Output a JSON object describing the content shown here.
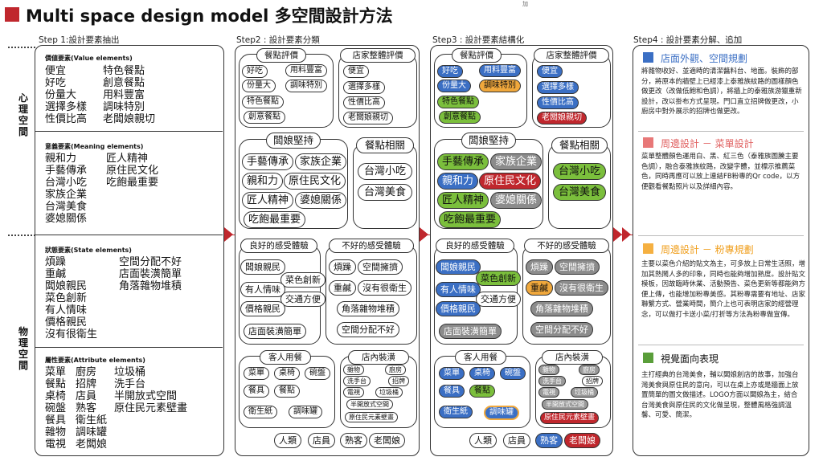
{
  "header": {
    "title": "Multi space design model 多空間設計方法",
    "corner_mark": "加"
  },
  "steps": {
    "step1": "Step 1:設計要素抽出",
    "step2": "Step2 : 設計要素分類",
    "step3": "Step3 : 設計要素結構化",
    "step4": "Step4 : 設計要素分解、追加"
  },
  "side_labels": {
    "psych": [
      "心",
      "理",
      "空",
      "間"
    ],
    "phys": [
      "物",
      "理",
      "空",
      "間"
    ]
  },
  "step1": {
    "value": {
      "title": "價値要素(Value elements)",
      "col1": [
        "便宜",
        "好吃",
        "份量大",
        "選擇多樣",
        "性價比高"
      ],
      "col2": [
        "特色餐點",
        "創意餐點",
        "用料豐富",
        "調味特別",
        "老闆娘親切"
      ]
    },
    "meaning": {
      "title": "意義要素(Meaning elements)",
      "col1": [
        "親和力",
        "手藝傳承",
        "台灣小吃",
        "家族企業",
        "台灣美食",
        "婆媳關係"
      ],
      "col2": [
        "匠人精神",
        "原住民文化",
        "吃飽最重要"
      ]
    },
    "state": {
      "title": "狀態要素(State elements)",
      "col1": [
        "煩躁",
        "重鹹",
        "闆娘親民",
        "菜色創新",
        "有人情味",
        "價格親民",
        "沒有很衛生"
      ],
      "col2": [
        "空間分配不好",
        "店面裝潢簡單",
        "角落雜物堆積"
      ]
    },
    "attribute": {
      "title": "屬性要素(Attribute elements)",
      "col1": [
        "菜單",
        "餐點",
        "桌椅",
        "碗盤",
        "餐具",
        "雜物",
        "電視"
      ],
      "col2": [
        "廚房",
        "招牌",
        "店員",
        "熟客",
        "衛生紙",
        "調味罐",
        "老闆娘"
      ],
      "col3": [
        "垃圾桶",
        "洗手台",
        "半開放式空間",
        "原住民元素壁畫"
      ]
    }
  },
  "step2": {
    "meal_eval": {
      "title": "餐點評價",
      "items": [
        "好吃",
        "用料豐富",
        "份量大",
        "調味特別",
        "特色餐點",
        "創意餐點"
      ]
    },
    "store_eval": {
      "title": "店家整體評價",
      "items": [
        "便宜",
        "選擇多樣",
        "性價比高",
        "老闆娘親切"
      ]
    },
    "boss": {
      "title": "闆娘堅持",
      "items": [
        "手藝傳承",
        "家族企業",
        "親和力",
        "原住民文化",
        "匠人精神",
        "婆媳關係",
        "吃飽最重要"
      ]
    },
    "meal_rel": {
      "title": "餐點相關",
      "items": [
        "台灣小吃",
        "台灣美食"
      ]
    },
    "good_exp": {
      "title": "良好的感受體驗",
      "items": [
        "闆娘親民",
        "菜色創新",
        "有人情味",
        "交通方便",
        "價格親民",
        "店面裝潢簡單"
      ]
    },
    "bad_exp": {
      "title": "不好的感受體驗",
      "items": [
        "煩躁",
        "空間擁擠",
        "重鹹",
        "沒有很衛生",
        "角落雜物堆積",
        "空間分配不好"
      ]
    },
    "guest": {
      "title": "客人用餐",
      "items": [
        "菜單",
        "桌椅",
        "碗盤",
        "餐具",
        "餐點",
        "衛生紙",
        "調味罐"
      ]
    },
    "interior": {
      "title": "店內裝潢",
      "items": [
        "雜物",
        "廚房",
        "洗手台",
        "招牌",
        "電視",
        "垃圾桶",
        "半開放式空間",
        "原住民元素壁畫"
      ]
    },
    "people": [
      "人類",
      "店員",
      "熟客",
      "老闆娘"
    ]
  },
  "step4": {
    "sec1": {
      "heading": "店面外觀、空間規劃",
      "color": "#3b6fc4",
      "text": "將雜物收好、並適時的清潔醬料台、地面。裝飾的部分，將原本的牆壁上已經漆上泰雅族紋路的圖樣顏色做更改（改做低飽和色調），將牆上的泰雅族游獵重新設計，改以掛布方式呈現。門口直立招牌做更改，小廚房中對外展示的招牌也做更改。"
    },
    "sec2": {
      "heading": "周邊設計 － 菜單設計",
      "color": "#e87878",
      "text": "菜單整體顏色運用白、黑、紅三色（泰雅族圖騰主要色調），融合泰雅族紋路，改變字體，並標示推薦菜色，同時再應可以放上連結FB粉專的Qr code，以方便觀看餐點照片以及詳細內容。"
    },
    "sec3": {
      "heading": "周邊設計 － 粉專規劃",
      "color": "#f5b041",
      "text": "主要以菜色介紹的貼文為主，可多放上日常生活照，增加其熱鬧人多的印象，同時也能夠增加熟度。設計貼文模板，因故臨時休業、活動預告、菜色更新等都能夠方便上傳，也能增加粉專美感。其粉專需要有地址、店家聯繫方式、營業時間，簡介上也可表明店家的經營理念，可以做打卡送小菜/打折等方法為粉專做宣傳。"
    },
    "sec4": {
      "heading": "視覺面向表現",
      "color": "#5a9e3a",
      "text": "主打經典的台灣美食，輔以闆娘創店的故事，加強台灣美食與原住民的意向，可以在桌上亦或是牆面上放置簡單的圖文做描述。LOGO方面以闆娘為主，結合台灣美食與原住民的文化做呈現，整體風格強調溫馨、可愛、簡潔。"
    }
  },
  "colors": {
    "accent": "#c0272d",
    "blue": "#3b6fc4",
    "green": "#7bbf3c",
    "orange": "#f0a83c",
    "gray": "#8c8c8c"
  }
}
